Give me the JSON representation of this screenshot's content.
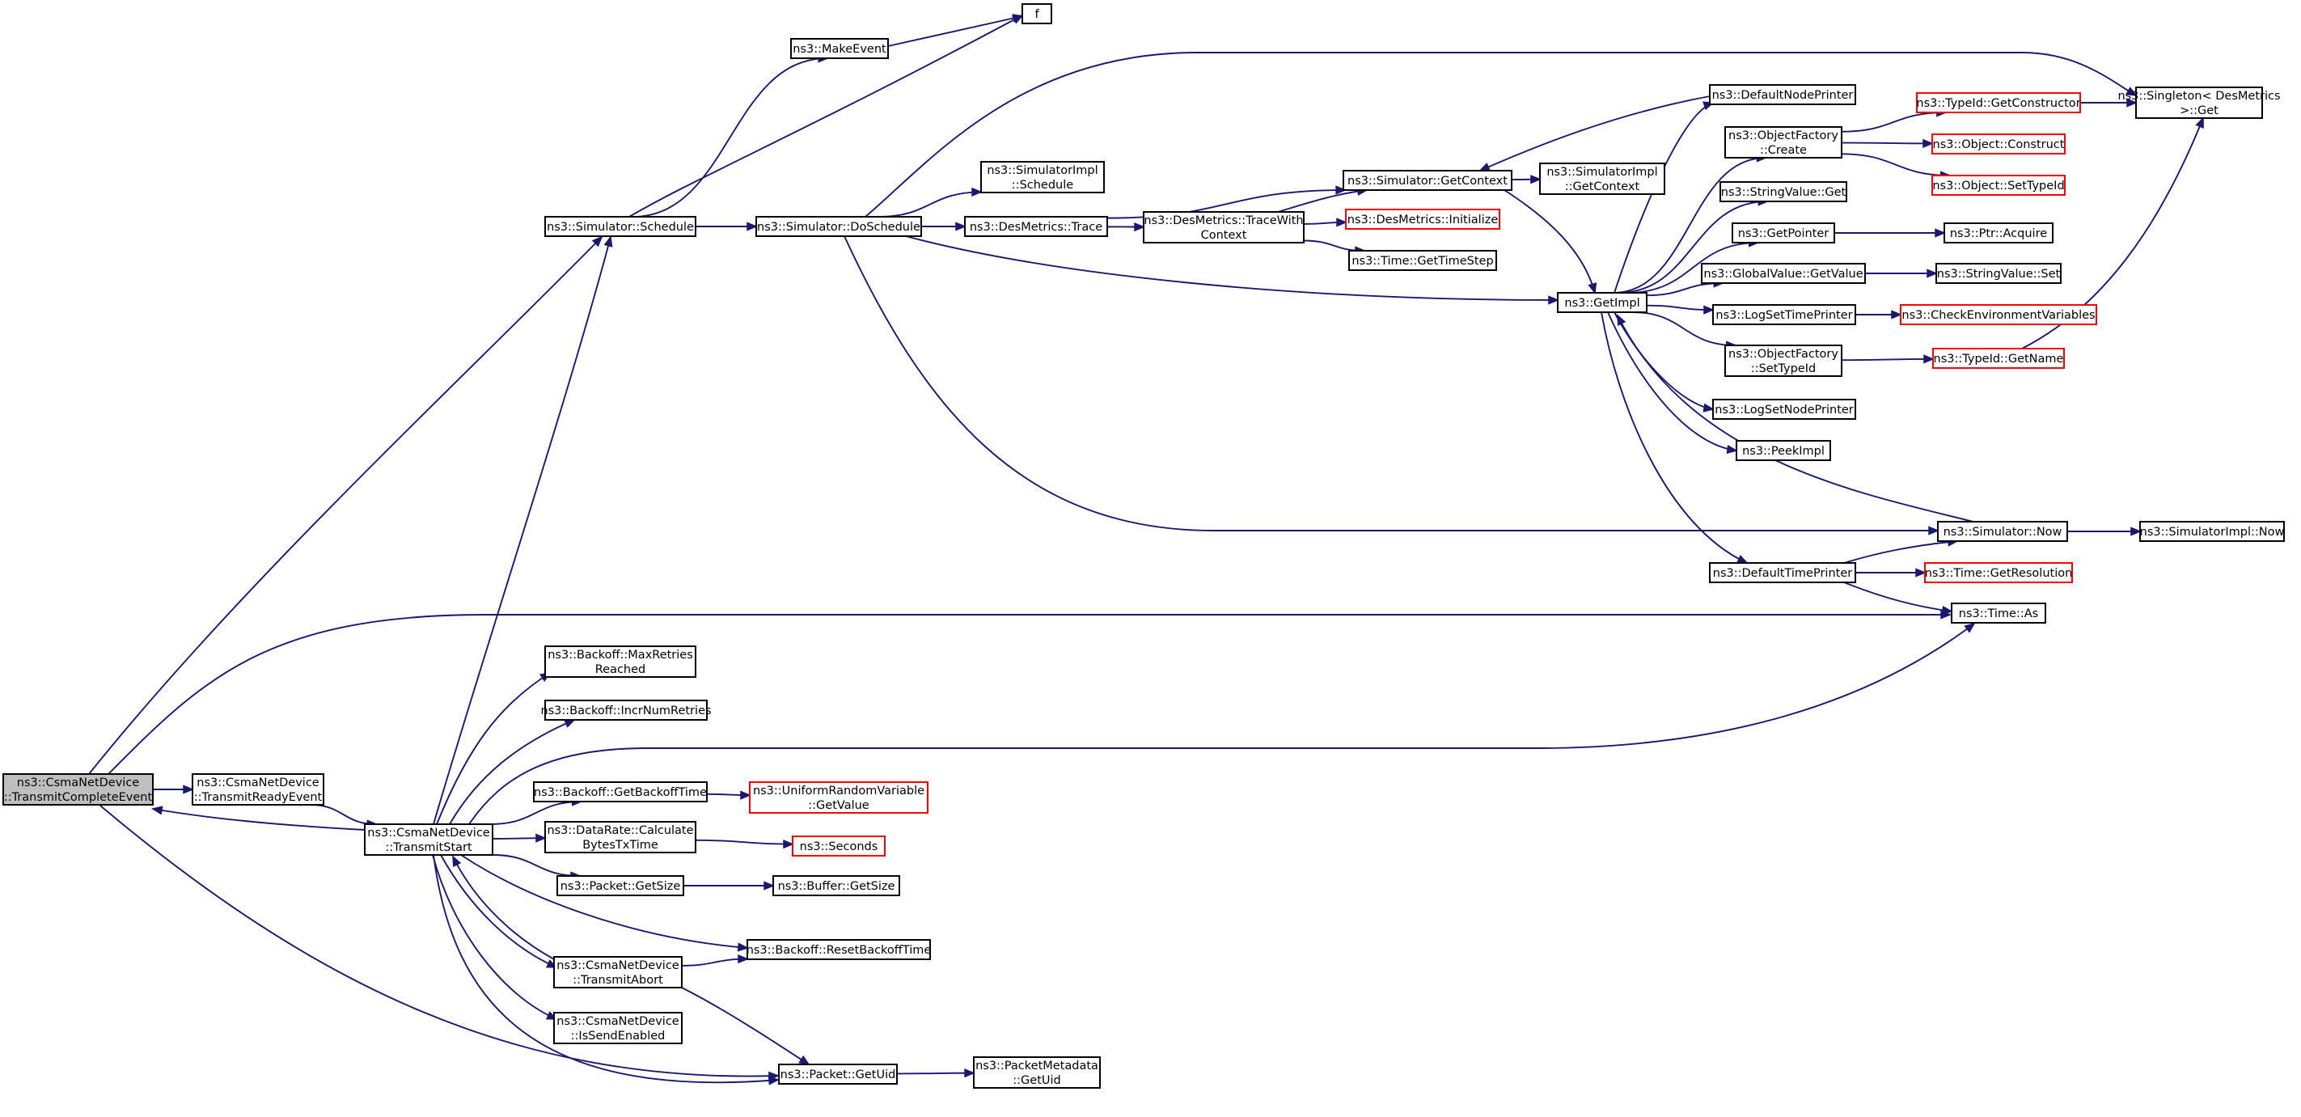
{
  "colors": {
    "edge": "#191970",
    "node_border": "#000000",
    "node_border_external": "#ff0000",
    "node_fill": "#ffffff",
    "node_fill_selected": "#bfbfbf"
  },
  "nodes": [
    {
      "id": "root",
      "lines": [
        "ns3::CsmaNetDevice",
        "::TransmitCompleteEvent"
      ],
      "style": "selected"
    },
    {
      "id": "tre",
      "lines": [
        "ns3::CsmaNetDevice",
        "::TransmitReadyEvent"
      ],
      "style": "normal"
    },
    {
      "id": "ts",
      "lines": [
        "ns3::CsmaNetDevice",
        "::TransmitStart"
      ],
      "style": "normal"
    },
    {
      "id": "ta",
      "lines": [
        "ns3::CsmaNetDevice",
        "::TransmitAbort"
      ],
      "style": "normal"
    },
    {
      "id": "ise",
      "lines": [
        "ns3::CsmaNetDevice",
        "::IsSendEnabled"
      ],
      "style": "normal"
    },
    {
      "id": "sched",
      "lines": [
        "ns3::Simulator::Schedule"
      ],
      "style": "normal"
    },
    {
      "id": "mke",
      "lines": [
        "ns3::MakeEvent"
      ],
      "style": "normal"
    },
    {
      "id": "f",
      "lines": [
        "f"
      ],
      "style": "normal"
    },
    {
      "id": "dos",
      "lines": [
        "ns3::Simulator::DoSchedule"
      ],
      "style": "normal"
    },
    {
      "id": "sims",
      "lines": [
        "ns3::SimulatorImpl",
        "::Schedule"
      ],
      "style": "normal"
    },
    {
      "id": "dmt",
      "lines": [
        "ns3::DesMetrics::Trace"
      ],
      "style": "normal"
    },
    {
      "id": "dmtc",
      "lines": [
        "ns3::DesMetrics::TraceWith",
        "Context"
      ],
      "style": "normal"
    },
    {
      "id": "dmi",
      "lines": [
        "ns3::DesMetrics::Initialize"
      ],
      "style": "external"
    },
    {
      "id": "tgts",
      "lines": [
        "ns3::Time::GetTimeStep"
      ],
      "style": "normal"
    },
    {
      "id": "sgc",
      "lines": [
        "ns3::Simulator::GetContext"
      ],
      "style": "normal"
    },
    {
      "id": "sigc",
      "lines": [
        "ns3::SimulatorImpl",
        "::GetContext"
      ],
      "style": "normal"
    },
    {
      "id": "gimpl",
      "lines": [
        "ns3::GetImpl"
      ],
      "style": "normal"
    },
    {
      "id": "dnp",
      "lines": [
        "ns3::DefaultNodePrinter"
      ],
      "style": "normal"
    },
    {
      "id": "ofc",
      "lines": [
        "ns3::ObjectFactory",
        "::Create"
      ],
      "style": "normal"
    },
    {
      "id": "svg",
      "lines": [
        "ns3::StringValue::Get"
      ],
      "style": "normal"
    },
    {
      "id": "gp",
      "lines": [
        "ns3::GetPointer"
      ],
      "style": "normal"
    },
    {
      "id": "gvgv",
      "lines": [
        "ns3::GlobalValue::GetValue"
      ],
      "style": "normal"
    },
    {
      "id": "lstp",
      "lines": [
        "ns3::LogSetTimePrinter"
      ],
      "style": "normal"
    },
    {
      "id": "ofst",
      "lines": [
        "ns3::ObjectFactory",
        "::SetTypeId"
      ],
      "style": "normal"
    },
    {
      "id": "lsnp",
      "lines": [
        "ns3::LogSetNodePrinter"
      ],
      "style": "normal"
    },
    {
      "id": "pimpl",
      "lines": [
        "ns3::PeekImpl"
      ],
      "style": "normal"
    },
    {
      "id": "snow",
      "lines": [
        "ns3::Simulator::Now"
      ],
      "style": "normal"
    },
    {
      "id": "dtp",
      "lines": [
        "ns3::DefaultTimePrinter"
      ],
      "style": "normal"
    },
    {
      "id": "tgc",
      "lines": [
        "ns3::TypeId::GetConstructor"
      ],
      "style": "external"
    },
    {
      "id": "oc",
      "lines": [
        "ns3::Object::Construct"
      ],
      "style": "external"
    },
    {
      "id": "ost",
      "lines": [
        "ns3::Object::SetTypeId"
      ],
      "style": "external"
    },
    {
      "id": "pa",
      "lines": [
        "ns3::Ptr::Acquire"
      ],
      "style": "normal"
    },
    {
      "id": "svs",
      "lines": [
        "ns3::StringValue::Set"
      ],
      "style": "normal"
    },
    {
      "id": "cev",
      "lines": [
        "ns3::CheckEnvironmentVariables"
      ],
      "style": "external"
    },
    {
      "id": "tgn",
      "lines": [
        "ns3::TypeId::GetName"
      ],
      "style": "external"
    },
    {
      "id": "sing",
      "lines": [
        "ns3::Singleton< DesMetrics",
        " >::Get"
      ],
      "style": "normal"
    },
    {
      "id": "sinow",
      "lines": [
        "ns3::SimulatorImpl::Now"
      ],
      "style": "normal"
    },
    {
      "id": "tgr",
      "lines": [
        "ns3::Time::GetResolution"
      ],
      "style": "external"
    },
    {
      "id": "tas",
      "lines": [
        "ns3::Time::As"
      ],
      "style": "normal"
    },
    {
      "id": "bmr",
      "lines": [
        "ns3::Backoff::MaxRetries",
        "Reached"
      ],
      "style": "normal"
    },
    {
      "id": "binr",
      "lines": [
        "ns3::Backoff::IncrNumRetries"
      ],
      "style": "normal"
    },
    {
      "id": "bgbt",
      "lines": [
        "ns3::Backoff::GetBackoffTime"
      ],
      "style": "normal"
    },
    {
      "id": "urv",
      "lines": [
        "ns3::UniformRandomVariable",
        "::GetValue"
      ],
      "style": "external"
    },
    {
      "id": "drc",
      "lines": [
        "ns3::DataRate::Calculate",
        "BytesTxTime"
      ],
      "style": "normal"
    },
    {
      "id": "sec",
      "lines": [
        "ns3::Seconds"
      ],
      "style": "external"
    },
    {
      "id": "pgs",
      "lines": [
        "ns3::Packet::GetSize"
      ],
      "style": "normal"
    },
    {
      "id": "bgs",
      "lines": [
        "ns3::Buffer::GetSize"
      ],
      "style": "normal"
    },
    {
      "id": "brbt",
      "lines": [
        "ns3::Backoff::ResetBackoffTime"
      ],
      "style": "normal"
    },
    {
      "id": "pgu",
      "lines": [
        "ns3::Packet::GetUid"
      ],
      "style": "normal"
    },
    {
      "id": "pmgu",
      "lines": [
        "ns3::PacketMetadata",
        "::GetUid"
      ],
      "style": "normal"
    }
  ],
  "edges": [
    [
      "root",
      "sched"
    ],
    [
      "root",
      "tas"
    ],
    [
      "root",
      "tre"
    ],
    [
      "root",
      "pgu"
    ],
    [
      "tre",
      "ts"
    ],
    [
      "ts",
      "root"
    ],
    [
      "ts",
      "sched"
    ],
    [
      "ts",
      "tas"
    ],
    [
      "ts",
      "bmr"
    ],
    [
      "ts",
      "binr"
    ],
    [
      "ts",
      "bgbt"
    ],
    [
      "ts",
      "drc"
    ],
    [
      "ts",
      "pgs"
    ],
    [
      "ts",
      "brbt"
    ],
    [
      "ts",
      "ta"
    ],
    [
      "ts",
      "ise"
    ],
    [
      "ts",
      "pgu"
    ],
    [
      "ta",
      "ts"
    ],
    [
      "ta",
      "brbt"
    ],
    [
      "ta",
      "pgu"
    ],
    [
      "sched",
      "mke"
    ],
    [
      "sched",
      "f"
    ],
    [
      "sched",
      "dos"
    ],
    [
      "mke",
      "f"
    ],
    [
      "dos",
      "sing"
    ],
    [
      "dos",
      "sims"
    ],
    [
      "dos",
      "dmt"
    ],
    [
      "dos",
      "gimpl"
    ],
    [
      "dos",
      "snow"
    ],
    [
      "dmt",
      "sgc"
    ],
    [
      "dmt",
      "dmtc"
    ],
    [
      "dmtc",
      "sgc"
    ],
    [
      "dmtc",
      "dmi"
    ],
    [
      "dmtc",
      "tgts"
    ],
    [
      "sgc",
      "sigc"
    ],
    [
      "sgc",
      "gimpl"
    ],
    [
      "dnp",
      "sgc"
    ],
    [
      "gimpl",
      "dnp"
    ],
    [
      "gimpl",
      "ofc"
    ],
    [
      "gimpl",
      "svg"
    ],
    [
      "gimpl",
      "gp"
    ],
    [
      "gimpl",
      "gvgv"
    ],
    [
      "gimpl",
      "lstp"
    ],
    [
      "gimpl",
      "ofst"
    ],
    [
      "gimpl",
      "lsnp"
    ],
    [
      "gimpl",
      "pimpl"
    ],
    [
      "gimpl",
      "dtp"
    ],
    [
      "snow",
      "gimpl"
    ],
    [
      "snow",
      "sinow"
    ],
    [
      "dtp",
      "snow"
    ],
    [
      "dtp",
      "tgr"
    ],
    [
      "dtp",
      "tas"
    ],
    [
      "ofc",
      "tgc"
    ],
    [
      "ofc",
      "oc"
    ],
    [
      "ofc",
      "ost"
    ],
    [
      "tgc",
      "sing"
    ],
    [
      "gp",
      "pa"
    ],
    [
      "gvgv",
      "svs"
    ],
    [
      "lstp",
      "cev"
    ],
    [
      "ofst",
      "tgn"
    ],
    [
      "tgn",
      "sing"
    ],
    [
      "bgbt",
      "urv"
    ],
    [
      "drc",
      "sec"
    ],
    [
      "pgs",
      "bgs"
    ],
    [
      "pgu",
      "pmgu"
    ]
  ]
}
